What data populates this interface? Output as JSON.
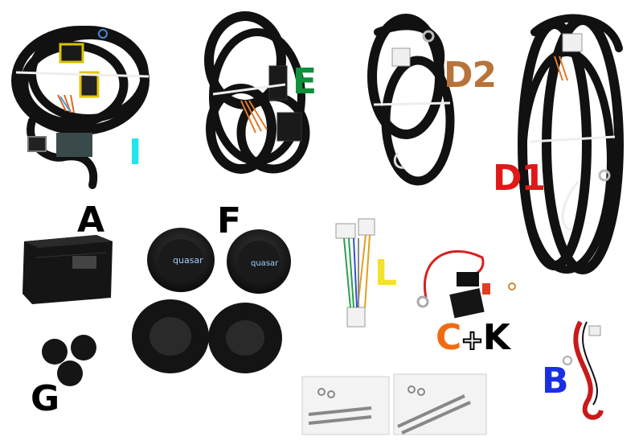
{
  "labels": {
    "I": {
      "text": "I",
      "color": "#22e6ee"
    },
    "E": {
      "text": "E",
      "color": "#10903a"
    },
    "D2": {
      "text": "D2",
      "color": "#b8733a"
    },
    "D1": {
      "text": "D1",
      "color": "#e01818"
    },
    "A": {
      "text": "A",
      "color": "#000000"
    },
    "F": {
      "text": "F",
      "color": "#000000"
    },
    "L": {
      "text": "L",
      "color": "#f2e22a"
    },
    "CK": {
      "c": "C",
      "plus": "+",
      "k": "K",
      "c_color": "#f26a10",
      "k_color": "#000000"
    },
    "B": {
      "text": "B",
      "color": "#1a2ee6"
    },
    "G": {
      "text": "G",
      "color": "#000000"
    }
  },
  "socket_brand": "quasar",
  "icons": [
    "wiring-harness-icon",
    "control-module-icon",
    "trailer-socket-icon",
    "fuse-holder-icon",
    "screw-bag-icon",
    "rubber-grommet-icon"
  ]
}
